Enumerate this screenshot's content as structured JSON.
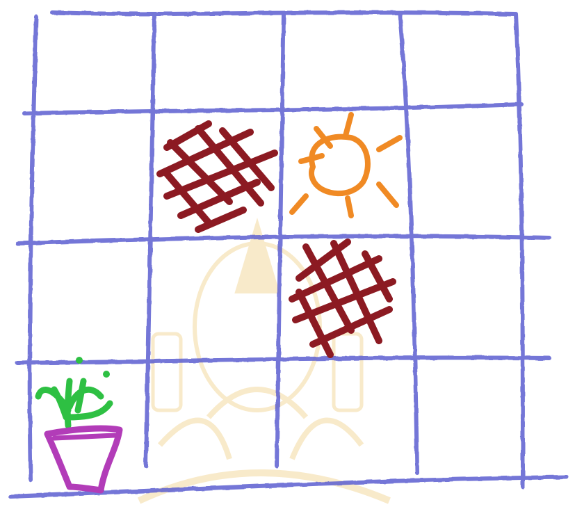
{
  "drawing": {
    "grid": {
      "columns": 4,
      "rows": 4,
      "line_color": "#5b5fd1",
      "background": "#ffffff"
    },
    "cells": [
      {
        "row": 1,
        "col": 1,
        "content": "cross-hatch",
        "color": "#8c1a22"
      },
      {
        "row": 1,
        "col": 2,
        "content": "sun",
        "color": "#f08a24"
      },
      {
        "row": 2,
        "col": 2,
        "content": "cross-hatch",
        "color": "#8c1a22"
      },
      {
        "row": 3,
        "col": 0,
        "content": "potted-plant",
        "plant_color": "#2ec043",
        "pot_color": "#b23cb8"
      }
    ],
    "watermark": {
      "kind": "institution-seal",
      "color": "#f3d9a0"
    }
  }
}
